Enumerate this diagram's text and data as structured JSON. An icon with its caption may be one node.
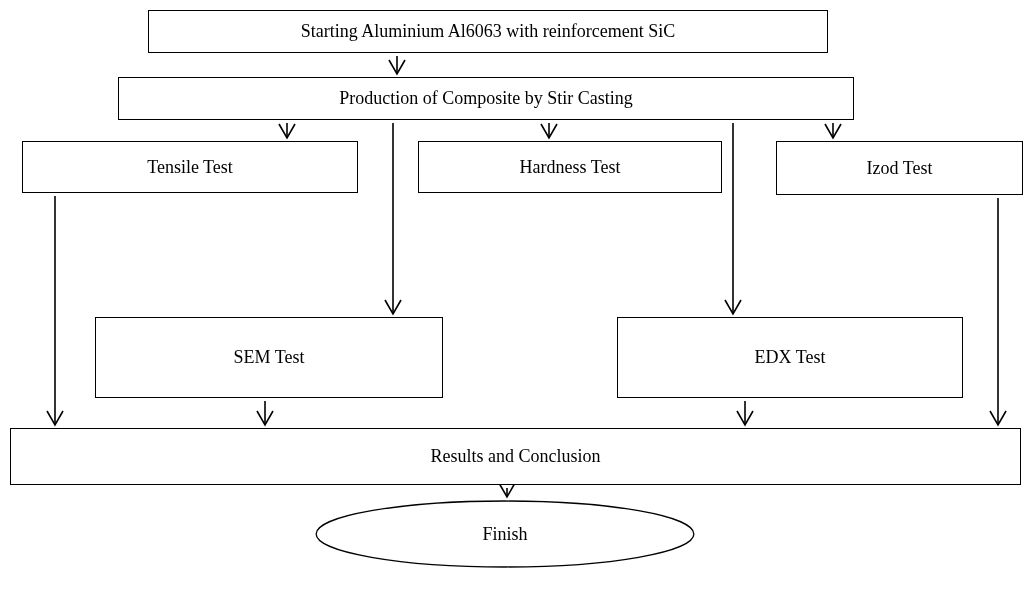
{
  "diagram": {
    "nodes": [
      {
        "text": [
          "Starting Aluminium Al6063 with reinforcement SiC"
        ]
      },
      {
        "text": [
          "Production of Composite by Stir Casting"
        ]
      },
      {
        "text": [
          "Tensile Test"
        ]
      },
      {
        "text": [
          "Hardness Test"
        ]
      },
      {
        "text": [
          "Izod Test"
        ]
      },
      {
        "text": [
          "SEM Test"
        ]
      },
      {
        "text": [
          "EDX Test"
        ]
      },
      {
        "text": [
          "Results and Conclusion"
        ]
      },
      {
        "text": [
          "Finish"
        ]
      }
    ],
    "edges": [
      {
        "from": 0,
        "to": 1,
        "arrow": "to"
      },
      {
        "from": 1,
        "to": 2,
        "arrow": "to"
      },
      {
        "from": 1,
        "to": 5,
        "arrow": "to"
      },
      {
        "from": 1,
        "to": 3,
        "arrow": "to"
      },
      {
        "from": 1,
        "to": 6,
        "arrow": "to"
      },
      {
        "from": 1,
        "to": 4,
        "arrow": "to"
      },
      {
        "from": 2,
        "to": 7,
        "arrow": "to"
      },
      {
        "from": 5,
        "to": 7,
        "arrow": "to"
      },
      {
        "from": 6,
        "to": 7,
        "arrow": "to"
      },
      {
        "from": 4,
        "to": 7,
        "arrow": "to"
      },
      {
        "from": 7,
        "to": 8,
        "arrow": "to"
      }
    ]
  }
}
